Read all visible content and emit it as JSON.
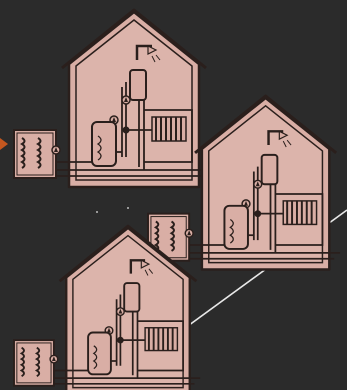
{
  "scene": {
    "background": "#2b2b2b",
    "house_fill": "#d9aea5",
    "outline": "#2a1f1c",
    "pipe_light": "#d9aea5",
    "accent_arrow": "#c4571f",
    "diagonal_line": "#e8e8e8"
  },
  "houses": [
    {
      "name": "house-top"
    },
    {
      "name": "house-middle"
    },
    {
      "name": "house-bottom"
    }
  ]
}
